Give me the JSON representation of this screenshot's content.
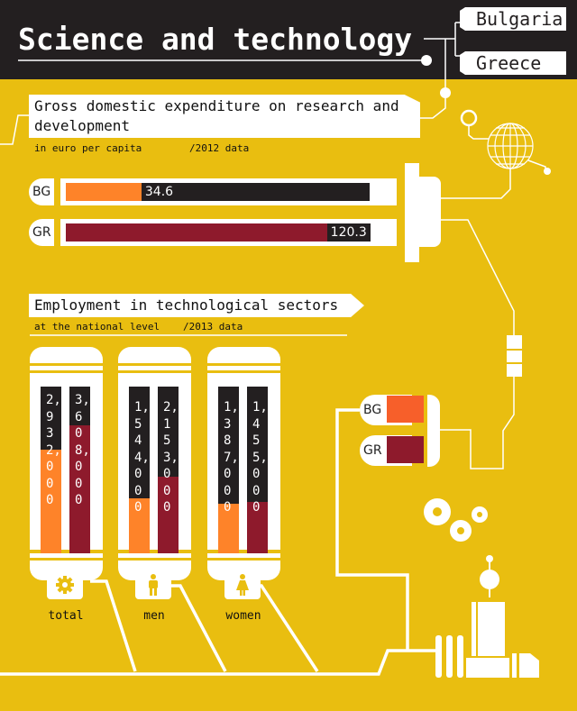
{
  "header": {
    "title": "Science and technology",
    "countries": [
      "Bulgaria",
      "Greece"
    ]
  },
  "colors": {
    "background": "#E9BE10",
    "dark": "#231f20",
    "bulgaria": "#FE8329",
    "greece": "#8E1A2C",
    "legend_bulgaria": "#F75F2A"
  },
  "chart_data": [
    {
      "type": "bar",
      "title": "Gross domestic expenditure on research and development",
      "subtitle": "in euro per capita",
      "note": "/2012 data",
      "categories": [
        "BG",
        "GR"
      ],
      "values": [
        34.6,
        120.3
      ],
      "value_labels": [
        "34.6",
        "120.3"
      ],
      "xlim": [
        0,
        139
      ]
    },
    {
      "type": "bar",
      "title": "Employment in technological sectors",
      "subtitle": "at the national level",
      "note": "/2013 data",
      "categories": [
        "total",
        "men",
        "women"
      ],
      "series": [
        {
          "name": "BG",
          "values": [
            2932000,
            1544000,
            1387000
          ],
          "labels": [
            "2,932,000",
            "1,544,000",
            "1,387,000"
          ]
        },
        {
          "name": "GR",
          "values": [
            3608000,
            2153000,
            1455000
          ],
          "labels": [
            "3,608,000",
            "2,153,000",
            "1,455,000"
          ]
        }
      ],
      "ylim": [
        0,
        4700000
      ]
    }
  ],
  "legend": [
    {
      "label": "BG"
    },
    {
      "label": "GR"
    }
  ],
  "icons": [
    "gear-icon",
    "man-icon",
    "woman-icon"
  ]
}
